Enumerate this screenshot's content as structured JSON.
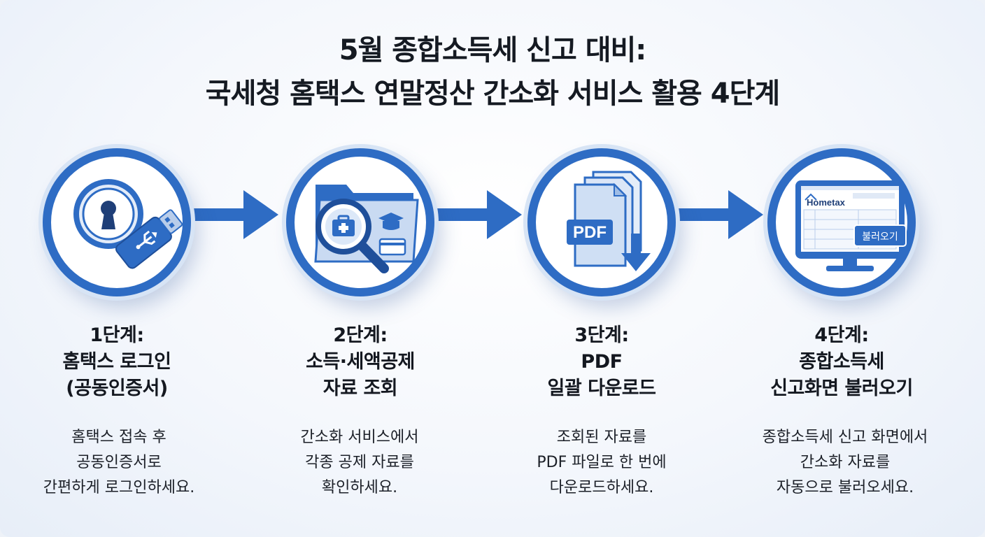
{
  "title": {
    "line1": "5월 종합소득세 신고 대비:",
    "line2": "국세청 홈택스 연말정산 간소화 서비스 활용 4단계"
  },
  "colors": {
    "primary": "#2e6cc4",
    "light": "#dbe7f7",
    "text": "#151a22"
  },
  "steps": [
    {
      "icon": "keyhole-usb-icon",
      "heading": [
        "1단계:",
        "홈택스 로그인",
        "(공동인증서)"
      ],
      "description": [
        "홈택스 접속 후",
        "공동인증서로",
        "간편하게 로그인하세요."
      ]
    },
    {
      "icon": "folder-magnifier-icon",
      "heading": [
        "2단계:",
        "소득·세액공제",
        "자료 조회"
      ],
      "description": [
        "간소화 서비스에서",
        "각종 공제 자료를",
        "확인하세요."
      ]
    },
    {
      "icon": "pdf-download-icon",
      "pdf_label": "PDF",
      "heading": [
        "3단계:",
        "PDF",
        "일괄 다운로드"
      ],
      "description": [
        "조회된 자료를",
        "PDF 파일로 한 번에",
        "다운로드하세요."
      ]
    },
    {
      "icon": "monitor-hometax-icon",
      "brand_label": "Hometax",
      "button_label": "불러오기",
      "heading": [
        "4단계:",
        "종합소득세",
        "신고화면 불러오기"
      ],
      "description": [
        "종합소득세 신고 화면에서",
        "간소화 자료를",
        "자동으로 불러오세요."
      ]
    }
  ]
}
